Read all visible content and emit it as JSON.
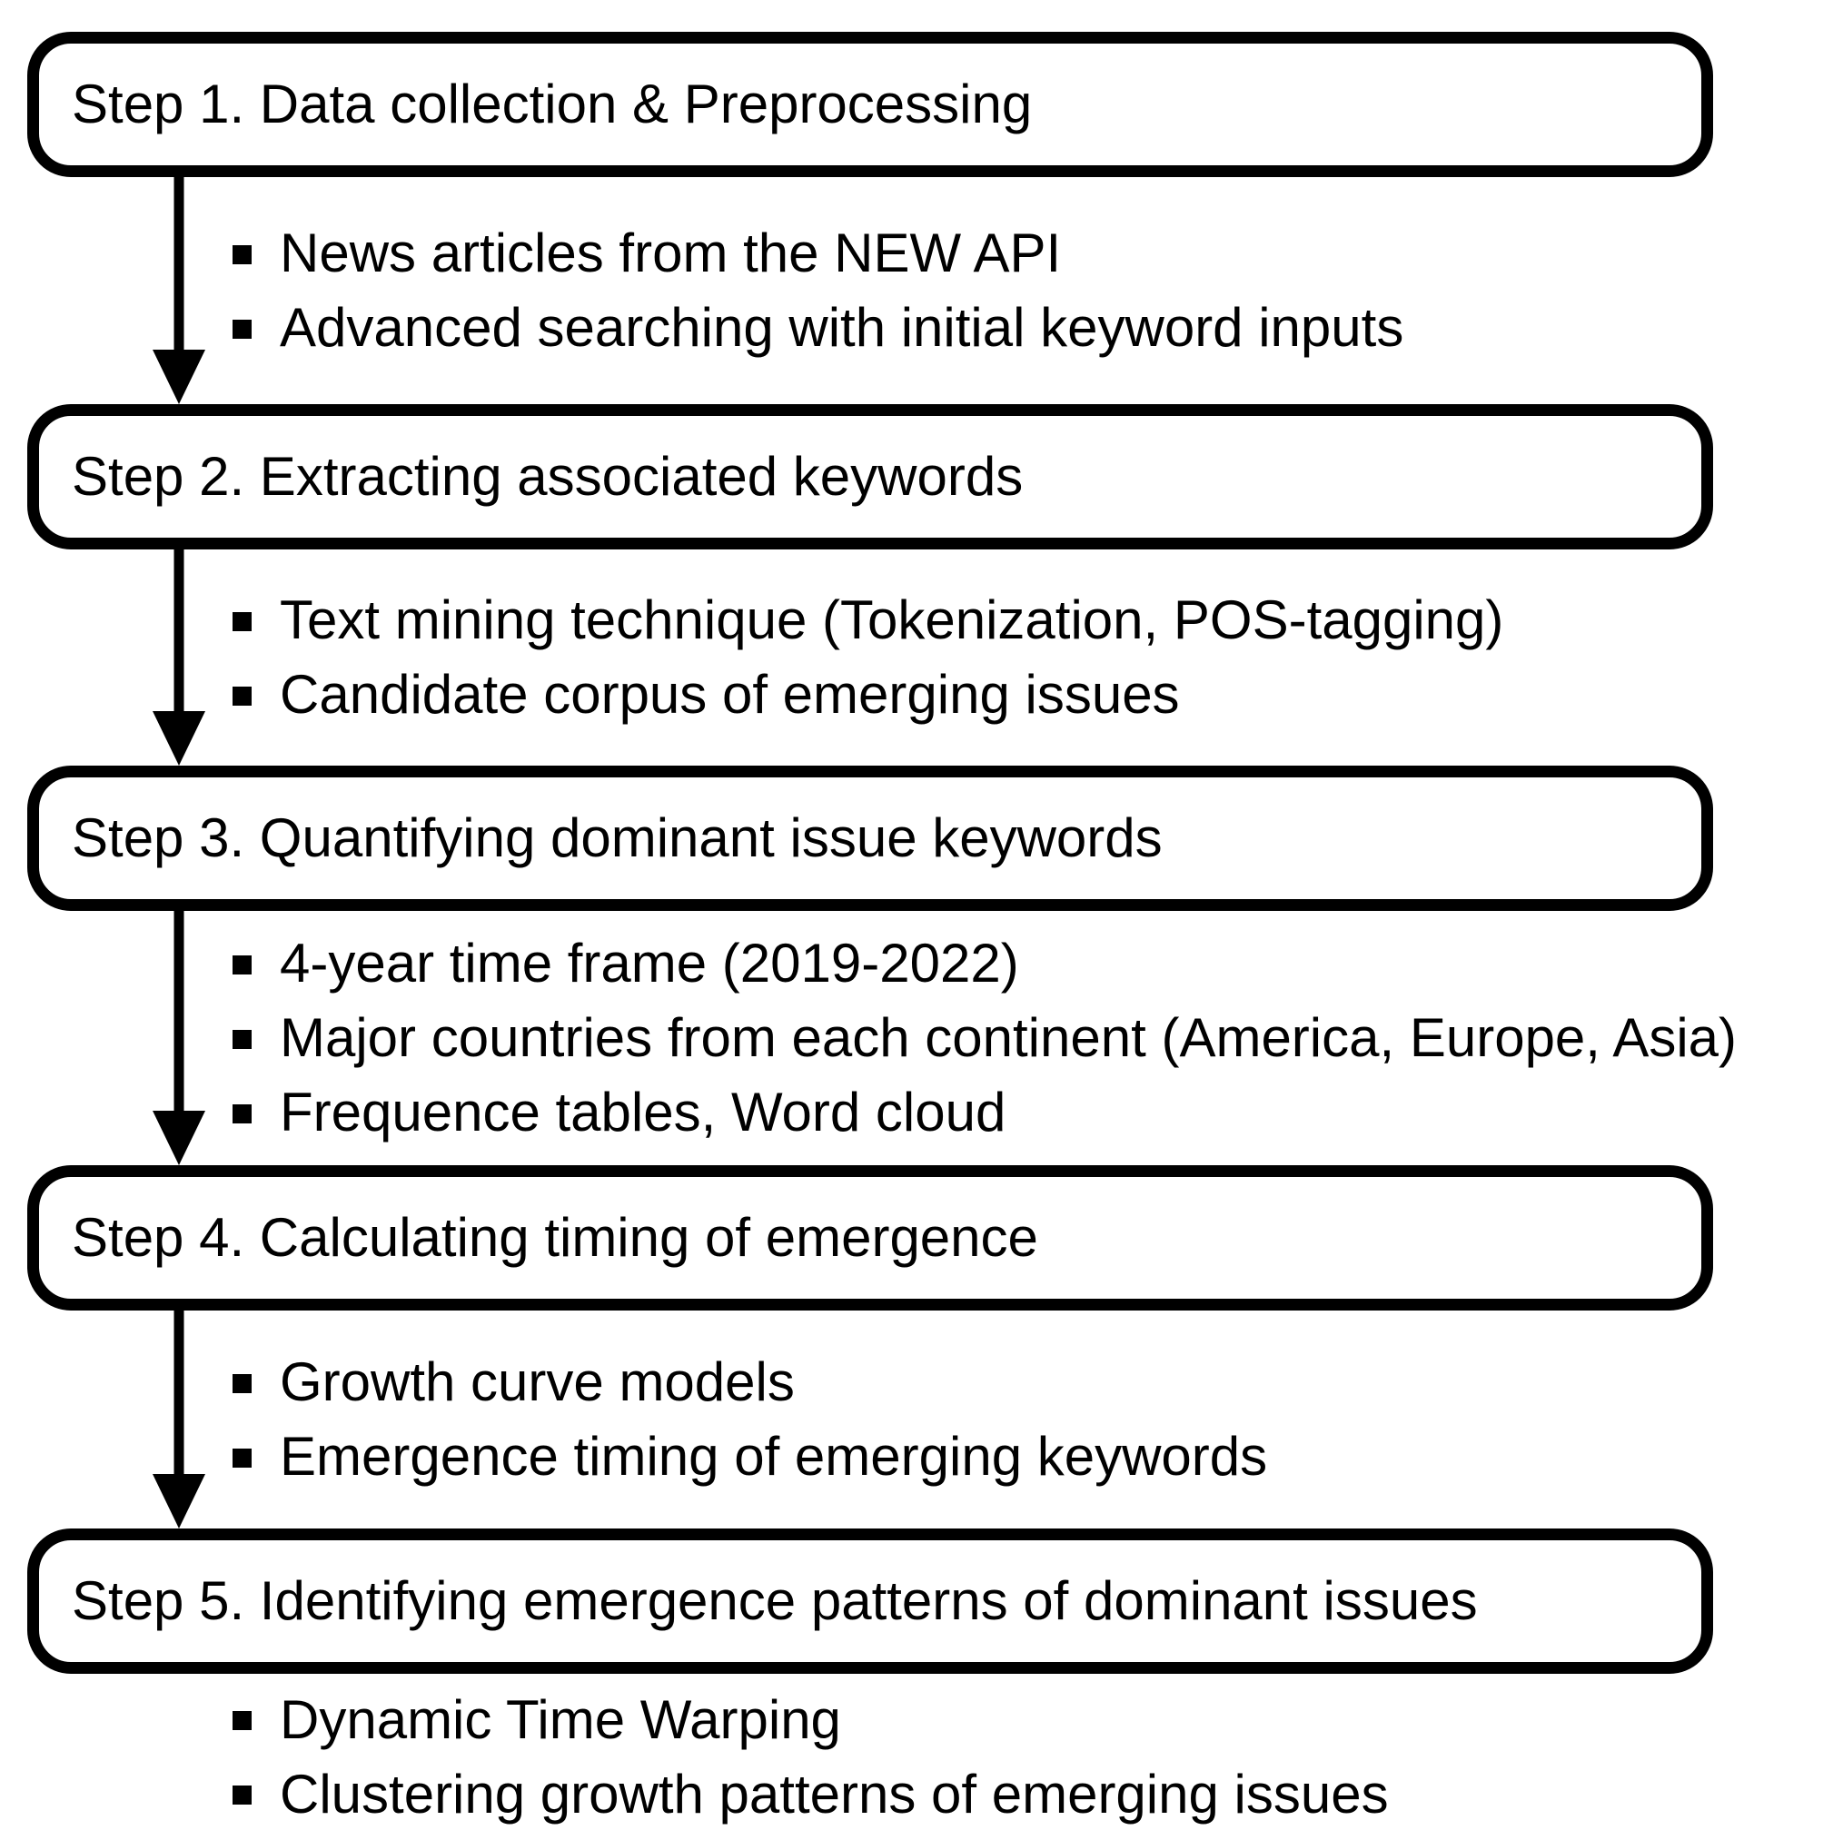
{
  "diagram": {
    "colors": {
      "ink": "#000000",
      "background": "#ffffff"
    },
    "steps": [
      {
        "title": "Step 1. Data collection & Preprocessing",
        "bullets": [
          "News articles from the NEW API",
          "Advanced searching with initial keyword inputs"
        ]
      },
      {
        "title": "Step 2. Extracting associated keywords",
        "bullets": [
          "Text mining technique (Tokenization, POS-tagging)",
          "Candidate corpus of emerging issues"
        ]
      },
      {
        "title": "Step 3. Quantifying dominant issue keywords",
        "bullets": [
          "4-year time frame (2019-2022)",
          "Major countries from each continent (America, Europe, Asia)",
          "Frequence tables, Word cloud"
        ]
      },
      {
        "title": "Step 4. Calculating timing of emergence",
        "bullets": [
          "Growth curve models",
          "Emergence timing of emerging keywords"
        ]
      },
      {
        "title": "Step 5. Identifying emergence patterns of dominant issues",
        "bullets": [
          "Dynamic Time Warping",
          "Clustering growth patterns of emerging issues"
        ]
      }
    ]
  }
}
